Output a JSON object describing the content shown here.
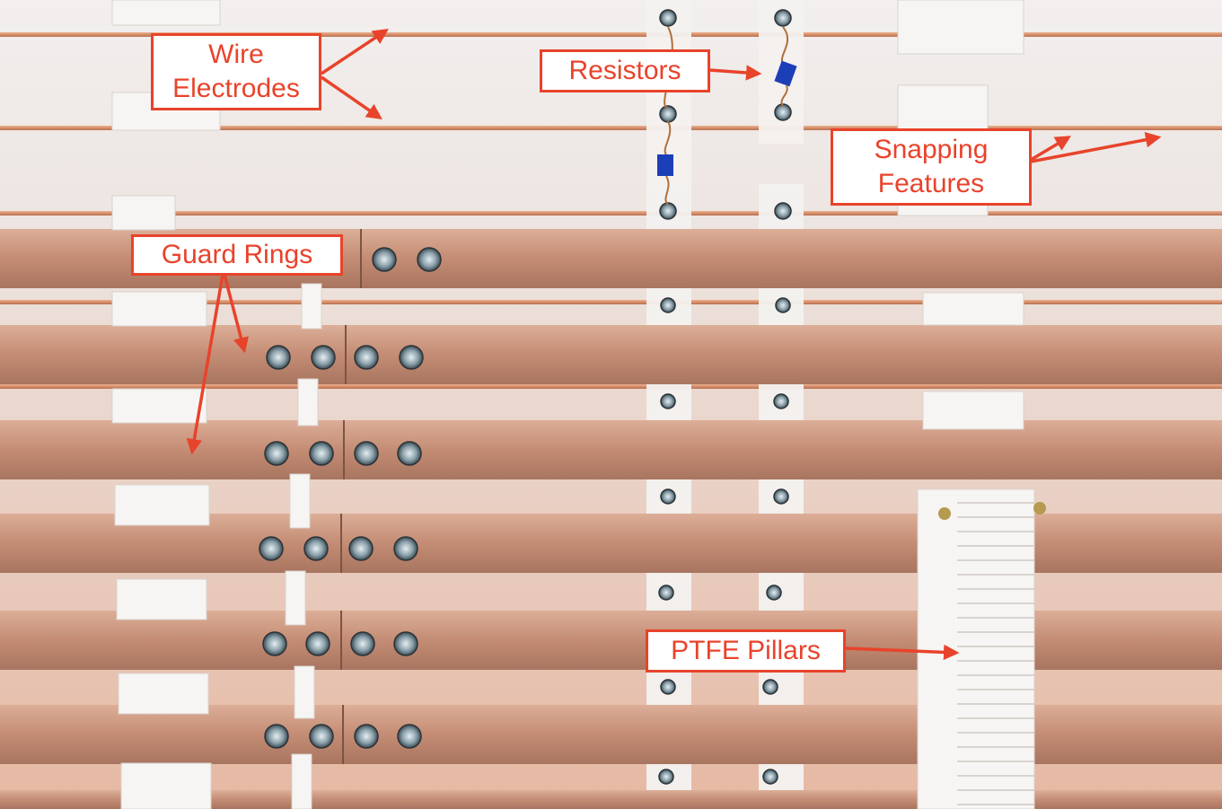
{
  "annotations": {
    "wire_electrodes": "Wire\nElectrodes",
    "resistors": "Resistors",
    "snapping_features": "Snapping\nFeatures",
    "guard_rings": "Guard Rings",
    "ptfe_pillars": "PTFE Pillars"
  },
  "colors": {
    "annotation": "#e8432b",
    "copper": "#c98a6d",
    "ptfe": "#f7f5f3",
    "background": "#ece6e3"
  }
}
